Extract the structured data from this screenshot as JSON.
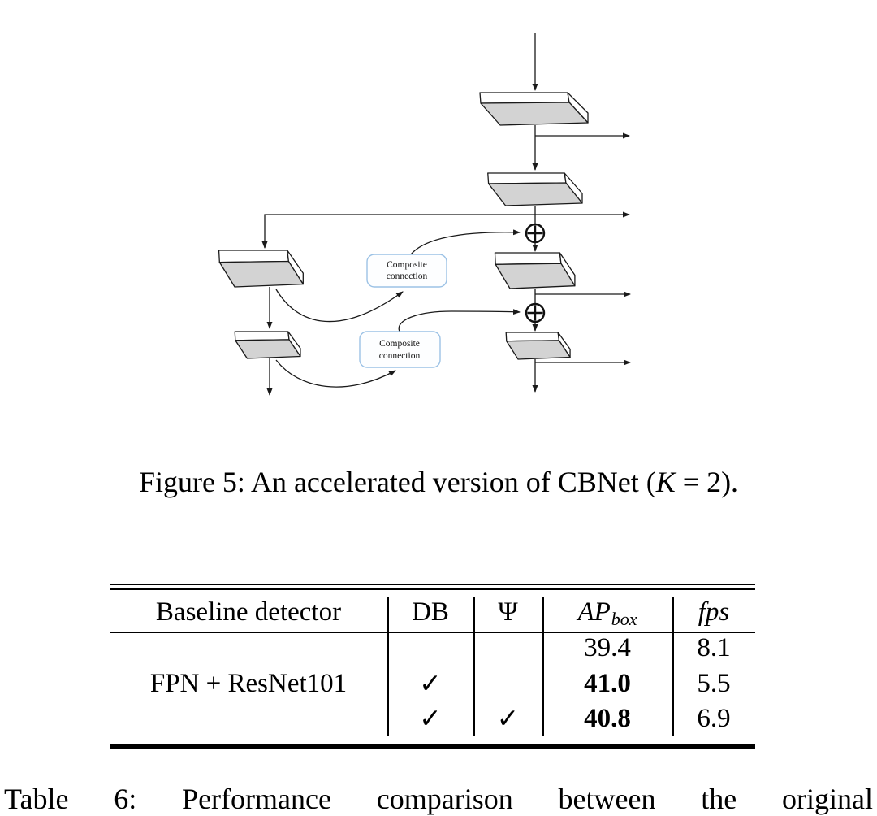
{
  "diagram": {
    "composite_box_1": {
      "line1": "Composite",
      "line2": "connection"
    },
    "composite_box_2": {
      "line1": "Composite",
      "line2": "connection"
    }
  },
  "figure_caption": {
    "prefix": "Figure 5: An accelerated version of CBNet (",
    "variable": "K",
    "suffix": " = 2)."
  },
  "table": {
    "header": {
      "baseline_detector": "Baseline detector",
      "db": "DB",
      "psi": "Ψ",
      "ap_main": "AP",
      "ap_sub": "box",
      "fps": "fps"
    },
    "rows": [
      {
        "detector": "",
        "db": "",
        "psi": "",
        "ap": "39.4",
        "fps": "8.1"
      },
      {
        "detector": "FPN + ResNet101",
        "db": "✓",
        "psi": "",
        "ap": "41.0",
        "fps": "5.5"
      },
      {
        "detector": "",
        "db": "✓",
        "psi": "✓",
        "ap": "40.8",
        "fps": "6.9"
      }
    ]
  },
  "table_caption": {
    "text": "Table 6: Performance comparison between the original"
  },
  "colors": {
    "line": "#1a1a1a",
    "slab_fill": "#d3d3d3",
    "composite_border": "#9cc2e5"
  }
}
